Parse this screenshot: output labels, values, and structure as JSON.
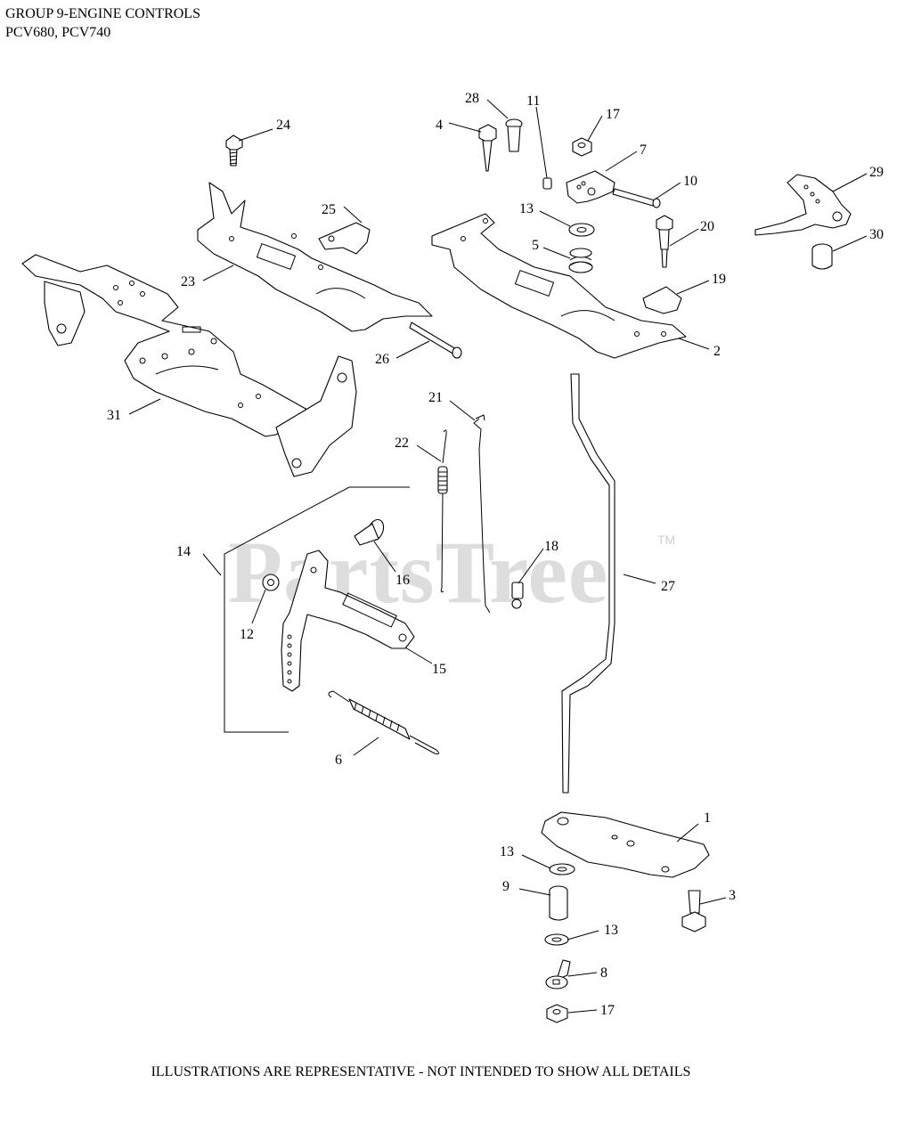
{
  "header": {
    "line1": "GROUP 9-ENGINE CONTROLS",
    "line2": "PCV680, PCV740"
  },
  "footer": "ILLUSTRATIONS ARE REPRESENTATIVE - NOT INTENDED TO SHOW ALL DETAILS",
  "watermark": {
    "text": "PartsTree",
    "tm": "TM"
  },
  "callouts": {
    "c1": "1",
    "c2": "2",
    "c3": "3",
    "c4": "4",
    "c5": "5",
    "c6": "6",
    "c7": "7",
    "c8": "8",
    "c9": "9",
    "c10": "10",
    "c11": "11",
    "c12": "12",
    "c13a": "13",
    "c13b": "13",
    "c13c": "13",
    "c14": "14",
    "c15": "15",
    "c16": "16",
    "c17a": "17",
    "c17b": "17",
    "c18": "18",
    "c19": "19",
    "c20": "20",
    "c21": "21",
    "c22": "22",
    "c23": "23",
    "c24": "24",
    "c25": "25",
    "c26": "26",
    "c27": "27",
    "c28": "28",
    "c29": "29",
    "c30": "30",
    "c31": "31"
  }
}
